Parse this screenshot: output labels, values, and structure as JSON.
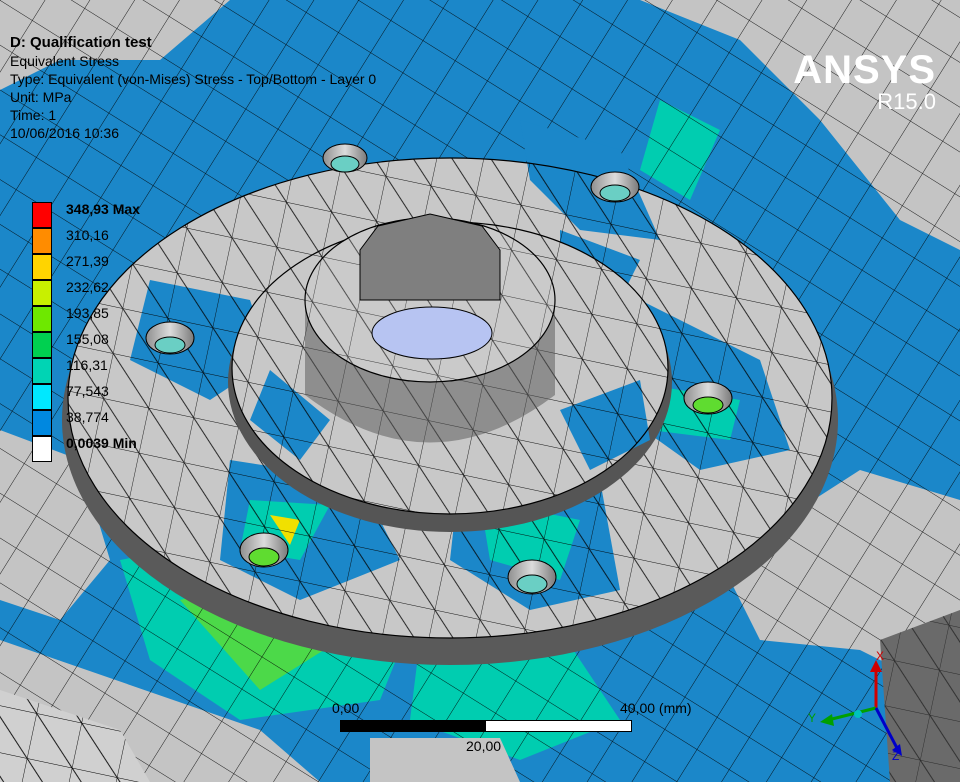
{
  "header": {
    "title": "D: Qualification test",
    "result": "Equivalent Stress",
    "type": "Type: Equivalent (von-Mises) Stress - Top/Bottom - Layer 0",
    "unit": "Unit: MPa",
    "time": "Time: 1",
    "date": "10/06/2016 10:36"
  },
  "brand": {
    "name": "ANSYS",
    "version": "R15.0"
  },
  "legend": {
    "items": [
      {
        "label": "348,93 Max",
        "color": "#ff0000",
        "bold": true
      },
      {
        "label": "310,16",
        "color": "#ff8c00",
        "bold": false
      },
      {
        "label": "271,39",
        "color": "#ffd400",
        "bold": false
      },
      {
        "label": "232,62",
        "color": "#c8f000",
        "bold": false
      },
      {
        "label": "193,85",
        "color": "#6ee800",
        "bold": false
      },
      {
        "label": "155,08",
        "color": "#00d050",
        "bold": false
      },
      {
        "label": "116,31",
        "color": "#00d4b4",
        "bold": false
      },
      {
        "label": "77,543",
        "color": "#00e8ff",
        "bold": false
      },
      {
        "label": "38,774",
        "color": "#0088e0",
        "bold": false
      },
      {
        "label": "0,0039 Min",
        "color": "#ffffff",
        "bold": true
      }
    ]
  },
  "scale_bar": {
    "start": "0,00",
    "end": "40,00 (mm)",
    "mid": "20,00"
  },
  "triad": {
    "x": "X",
    "y": "Y",
    "z": "Z"
  },
  "colors": {
    "mesh_blue": "#1b87c9",
    "surface_gray": "#c4c4c4",
    "bore": "#b7c4f2"
  }
}
